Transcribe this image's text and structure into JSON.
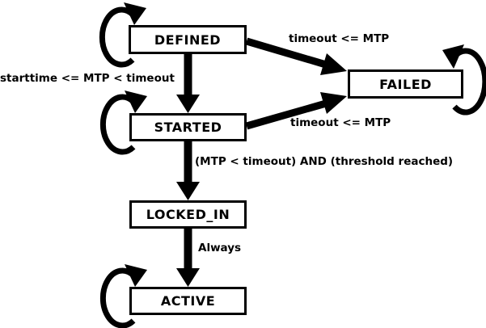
{
  "diagram": {
    "type": "state-machine",
    "colors": {
      "ink": "#000000",
      "background": "#ffffff"
    },
    "states": {
      "defined": "DEFINED",
      "started": "STARTED",
      "failed": "FAILED",
      "locked_in": "LOCKED_IN",
      "active": "ACTIVE"
    },
    "self_loop_states": [
      "DEFINED",
      "STARTED",
      "FAILED",
      "ACTIVE"
    ],
    "transitions": {
      "defined_to_failed": "timeout <= MTP",
      "defined_to_started": "starttime <= MTP < timeout",
      "started_to_failed": "timeout <= MTP",
      "started_to_locked_in": "(MTP < timeout) AND (threshold reached)",
      "locked_in_to_active": "Always"
    }
  }
}
